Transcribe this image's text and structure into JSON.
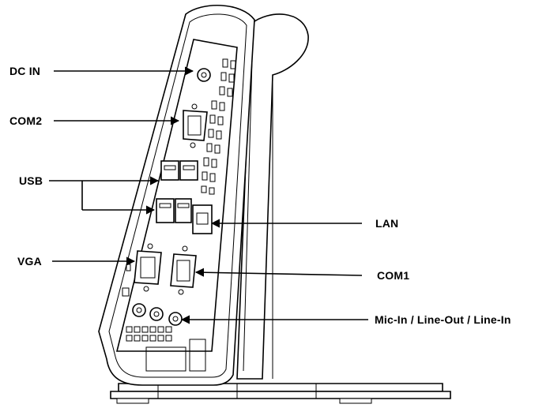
{
  "labels": {
    "dc_in": "DC IN",
    "com2": "COM2",
    "usb": "USB",
    "lan": "LAN",
    "vga": "VGA",
    "com1": "COM1",
    "audio": "Mic-In / Line-Out / Line-In"
  }
}
